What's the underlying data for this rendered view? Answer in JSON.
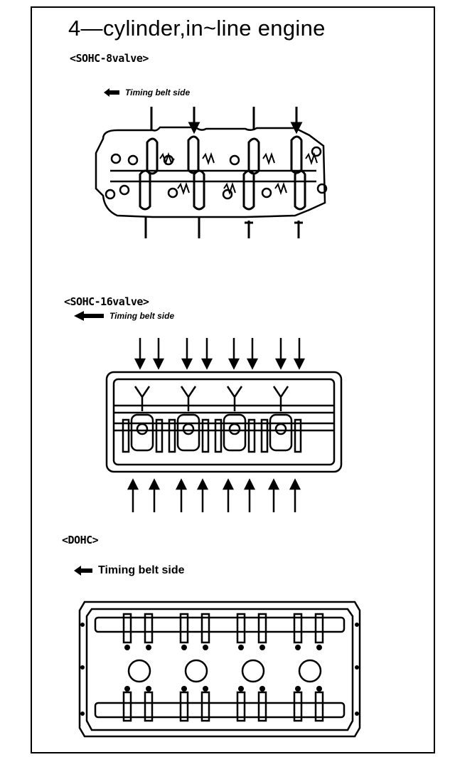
{
  "title": "4—cylinder,in~line  engine",
  "sections": [
    {
      "label": "<SOHC-8valve>",
      "timing_label": "Timing belt side"
    },
    {
      "label": "<SOHC-16valve>",
      "timing_label": "Timing belt side"
    },
    {
      "label": "<DOHC>",
      "timing_label": "Timing belt side"
    }
  ],
  "icons": {
    "arrow": "arrow-left-icon"
  }
}
